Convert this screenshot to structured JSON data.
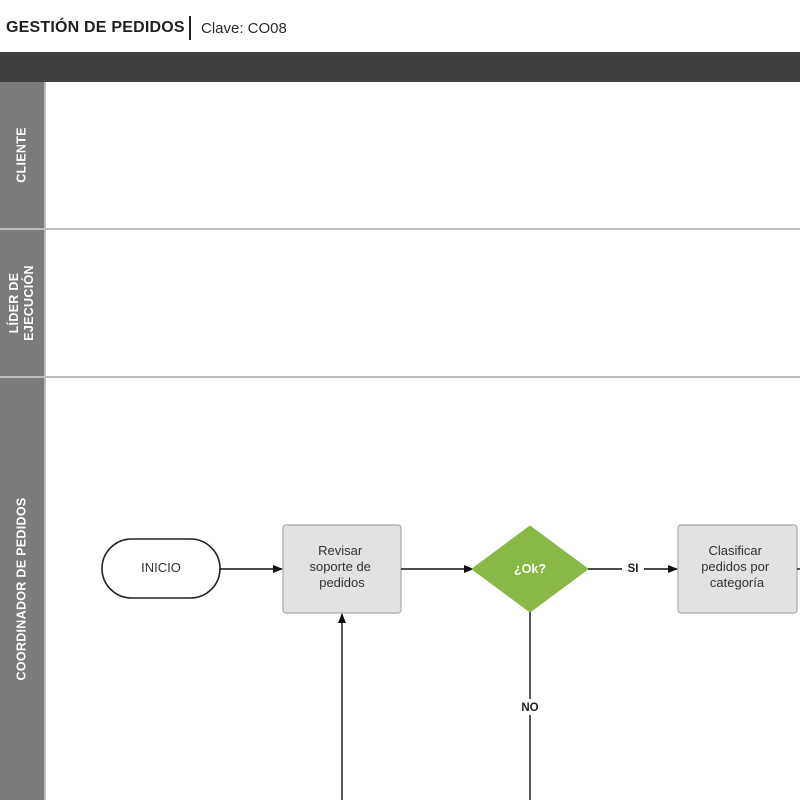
{
  "header": {
    "title": "GESTIÓN DE PEDIDOS",
    "code": "Clave: CO08"
  },
  "lanes": [
    {
      "label": "CLIENTE"
    },
    {
      "label": "LÍDER DE\nEJECUCIÓN"
    },
    {
      "label": "COORDINADOR DE PEDIDOS"
    }
  ],
  "flow": {
    "start": "INICIO",
    "step1": [
      "Revisar",
      "soporte de",
      "pedidos"
    ],
    "decision": "¿Ok?",
    "yes_label": "SI",
    "no_label": "NO",
    "step2": [
      "Clasificar",
      "pedidos por",
      "categoría"
    ]
  },
  "colors": {
    "decision_fill": "#8ab847",
    "process_fill": "#e2e2e2",
    "lane_label_bg": "#7b7b7b",
    "header_bar": "#3f3f3f"
  }
}
